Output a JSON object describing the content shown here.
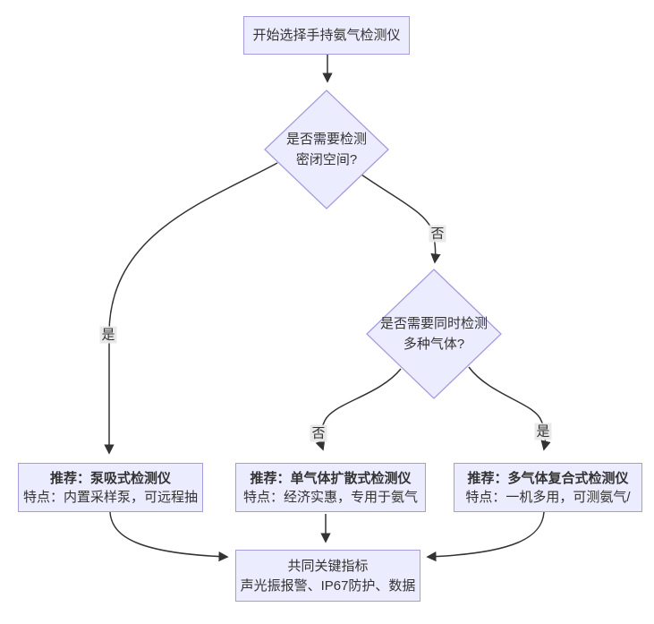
{
  "colors": {
    "node_fill": "#ECECFF",
    "node_border": "#A79BE0",
    "edge": "#333333",
    "edge_label_bg": "#E8E8E8",
    "text": "#333333",
    "background": "#FFFFFF"
  },
  "nodes": {
    "start": {
      "label": "开始选择手持氨气检测仪"
    },
    "decision_confined": {
      "line1": "是否需要检测",
      "line2": "密闭空间?"
    },
    "decision_multi": {
      "line1": "是否需要同时检测",
      "line2": "多种气体?"
    },
    "pump": {
      "title": "推荐：泵吸式检测仪",
      "desc": "特点：内置采样泵，可远程抽"
    },
    "single_diffusion": {
      "title": "推荐：单气体扩散式检测仪",
      "desc": "特点：经济实惠，专用于氨气"
    },
    "multi_composite": {
      "title": "推荐：多气体复合式检测仪",
      "desc": "特点：一机多用，可测氨气/"
    },
    "common": {
      "title": "共同关键指标",
      "desc": "声光振报警、IP67防护、数据"
    }
  },
  "edge_labels": {
    "confined_yes": "是",
    "confined_no": "否",
    "multi_no": "否",
    "multi_yes": "是"
  }
}
